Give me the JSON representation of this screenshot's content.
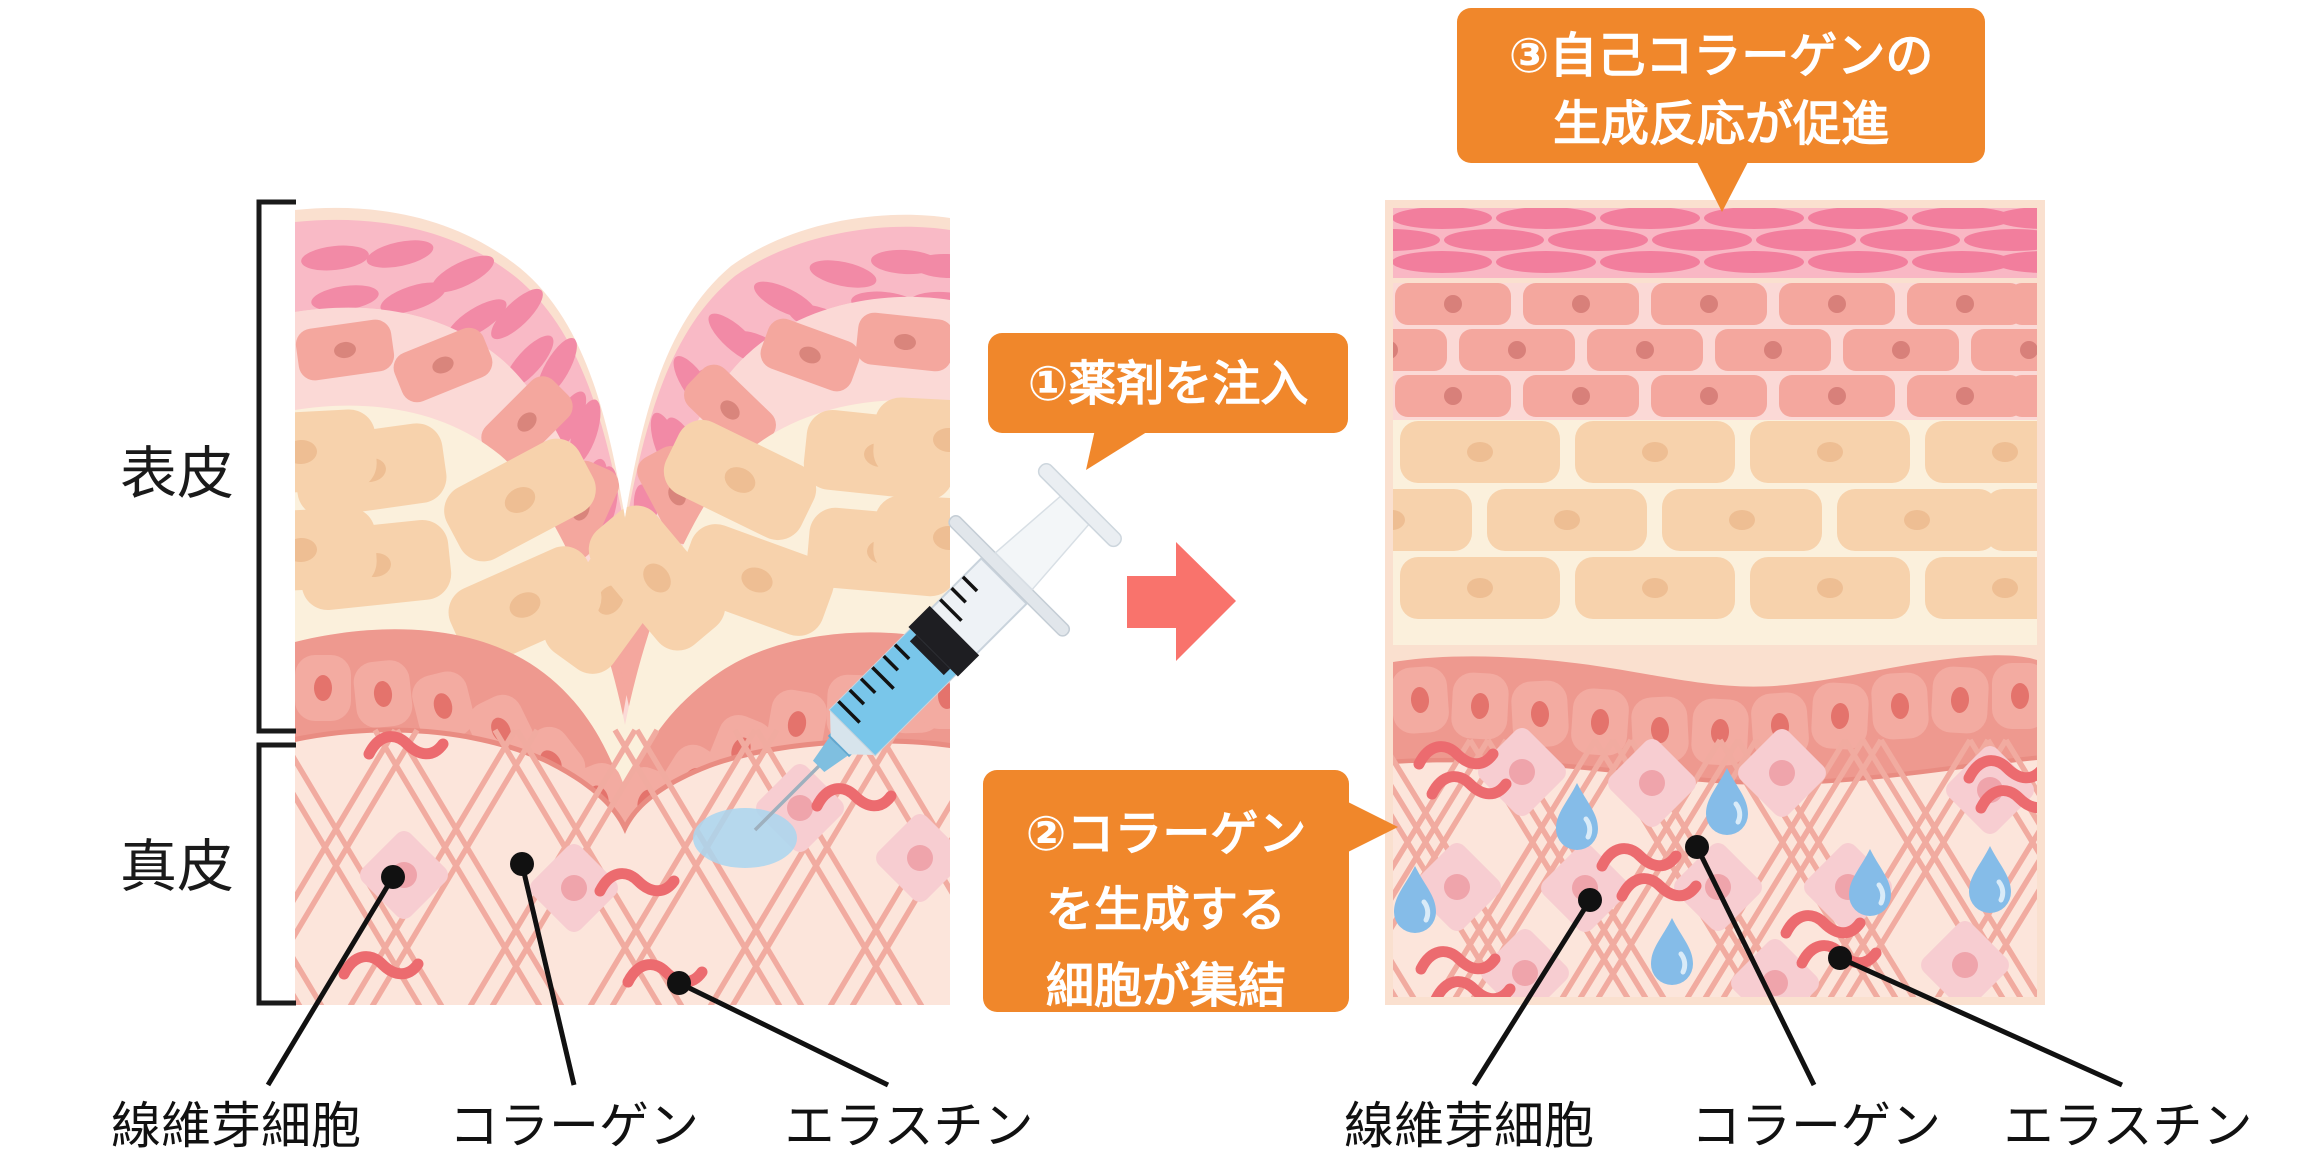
{
  "diagram": {
    "description": "skin-collagen-injection-before-after",
    "side_labels": {
      "epidermis": "表皮",
      "dermis": "真皮"
    },
    "callouts": {
      "step1": {
        "text": "①薬剤を注入"
      },
      "step2": {
        "lines": [
          "②コラーゲン",
          "を生成する",
          "細胞が集結"
        ]
      },
      "step3": {
        "lines": [
          "③自己コラーゲンの",
          "生成反応が促進"
        ]
      }
    },
    "legend_left": [
      "線維芽細胞",
      "コラーゲン",
      "エラスチン"
    ],
    "legend_right": [
      "線維芽細胞",
      "コラーゲン",
      "エラスチン"
    ],
    "colors": {
      "callout_orange": "#F0872B",
      "callout_text": "#FFFFFF",
      "arrow_coral": "#F9736C",
      "dermis_bg": "#FCE5DB",
      "crosshatch_pink": "#F1ABA0",
      "elastin_red": "#EC6B6F",
      "droplet_blue": "#85BCE8",
      "epidermis_pink": "#F9BAC6",
      "cell_pink": "#F28AA6",
      "basal_band": "#EE998F",
      "label_dark": "#1A1A1A"
    }
  }
}
